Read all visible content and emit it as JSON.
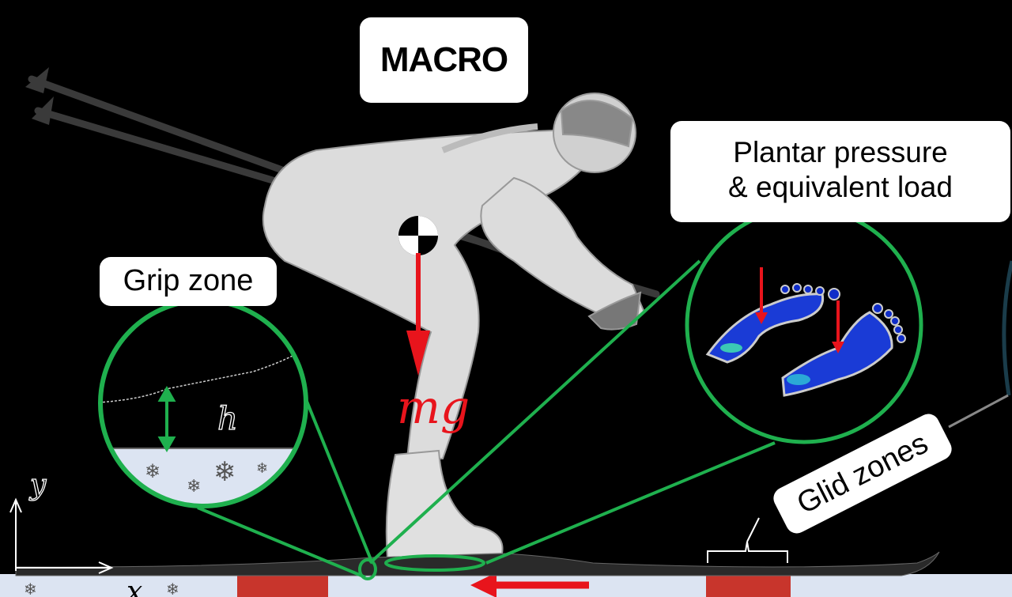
{
  "labels": {
    "macro": "MACRO",
    "plantar_line1": "Plantar pressure",
    "plantar_line2": "& equivalent load",
    "grip_zone": "Grip zone",
    "glid_zones": "Glid zones"
  },
  "symbols": {
    "height": "h",
    "weight": "mg",
    "y_axis": "y",
    "x_axis": "x"
  },
  "colors": {
    "zoom_ring": "#1fb04e",
    "force_arrow": "#e8141c",
    "snow": "#dce4f2",
    "grip_marker": "#c8352c"
  }
}
